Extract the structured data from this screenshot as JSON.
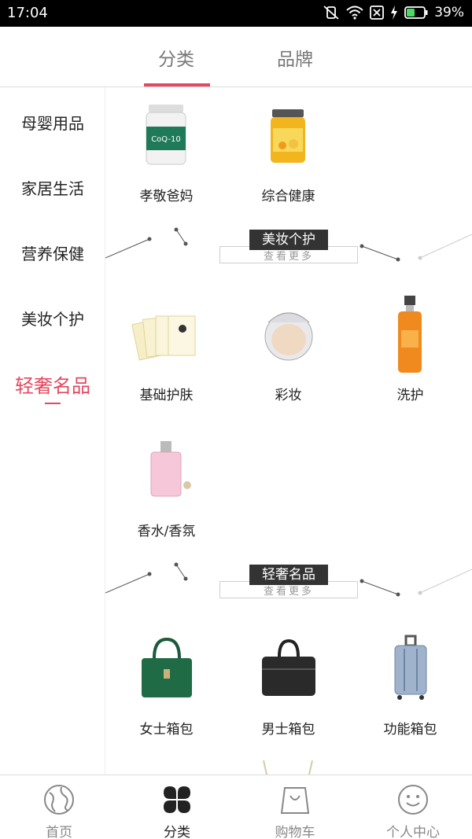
{
  "status": {
    "time": "17:04",
    "battery": "39%"
  },
  "tabs": [
    {
      "label": "分类",
      "active": true
    },
    {
      "label": "品牌",
      "active": false
    }
  ],
  "sidebar": {
    "items": [
      {
        "label": "母婴用品",
        "active": false
      },
      {
        "label": "家居生活",
        "active": false
      },
      {
        "label": "营养保健",
        "active": false
      },
      {
        "label": "美妆个护",
        "active": false
      },
      {
        "label": "轻奢名品",
        "active": true
      }
    ]
  },
  "content": {
    "nutrition": [
      {
        "label": "孝敬爸妈",
        "icon": "supplement-bottle-image"
      },
      {
        "label": "综合健康",
        "icon": "honey-jar-image"
      }
    ],
    "beauty": {
      "title": "美妆个护",
      "more": "查看更多",
      "items": [
        {
          "label": "基础护肤",
          "icon": "face-mask-image"
        },
        {
          "label": "彩妆",
          "icon": "cushion-compact-image"
        },
        {
          "label": "洗护",
          "icon": "body-mist-image"
        },
        {
          "label": "香水/香氛",
          "icon": "perfume-image"
        }
      ]
    },
    "luxury": {
      "title": "轻奢名品",
      "more": "查看更多",
      "items": [
        {
          "label": "女士箱包",
          "icon": "handbag-image"
        },
        {
          "label": "男士箱包",
          "icon": "briefcase-image"
        },
        {
          "label": "功能箱包",
          "icon": "suitcase-image"
        }
      ]
    }
  },
  "bottom_nav": [
    {
      "label": "首页",
      "icon": "globe-icon",
      "active": false
    },
    {
      "label": "分类",
      "icon": "grid-icon",
      "active": true
    },
    {
      "label": "购物车",
      "icon": "shopping-bag-icon",
      "active": false
    },
    {
      "label": "个人中心",
      "icon": "smiley-icon",
      "active": false
    }
  ],
  "colors": {
    "accent": "#e5475e",
    "status_bar": "#000000",
    "divider_title_bg": "#333333"
  }
}
